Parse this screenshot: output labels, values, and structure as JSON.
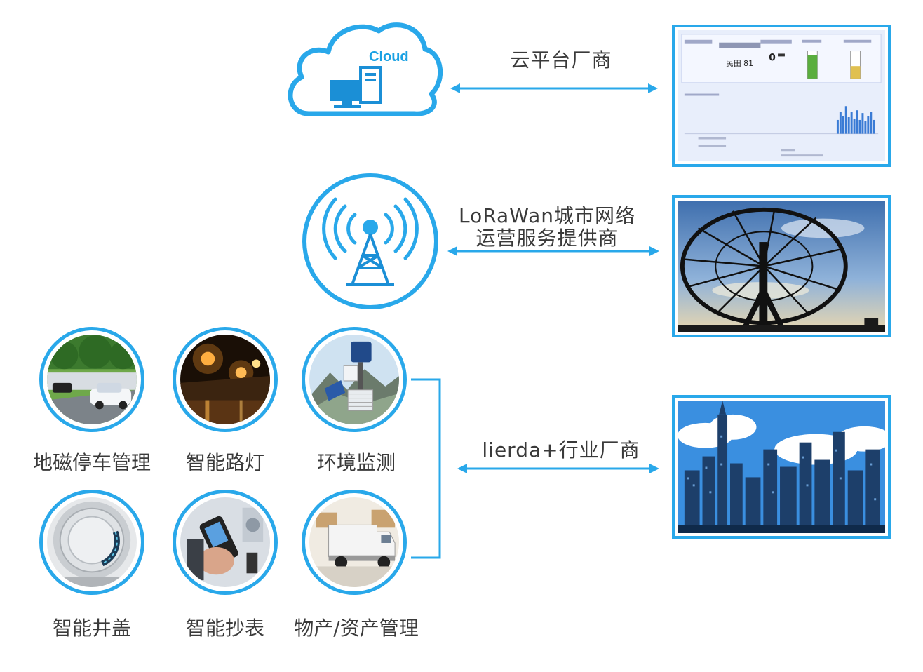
{
  "cloud": {
    "label": "Cloud",
    "icon": "cloud-icon"
  },
  "tiers": [
    {
      "label": "云平台厂商",
      "image": "dashboard-screenshot"
    },
    {
      "label_line1": "LoRaWan城市网络",
      "label_line2": "运营服务提供商",
      "image": "satellite-dish-photo"
    },
    {
      "label": "lierda+行业厂商",
      "image": "city-skyline-illustration"
    }
  ],
  "dashboard": {
    "gauge_value": "0"
  },
  "apps": [
    {
      "label": "地磁停车管理",
      "icon": "parking-car-photo"
    },
    {
      "label": "智能路灯",
      "icon": "streetlight-photo"
    },
    {
      "label": "环境监测",
      "icon": "weather-station-photo"
    },
    {
      "label": "智能井盖",
      "icon": "manhole-cover-photo"
    },
    {
      "label": "智能抄表",
      "icon": "handheld-meter-reader-photo"
    },
    {
      "label": "物产/资产管理",
      "icon": "delivery-truck-photo"
    }
  ],
  "colors": {
    "accent": "#29a8ea",
    "accent_dark": "#1b8fd6",
    "text": "#3a3a3a"
  }
}
